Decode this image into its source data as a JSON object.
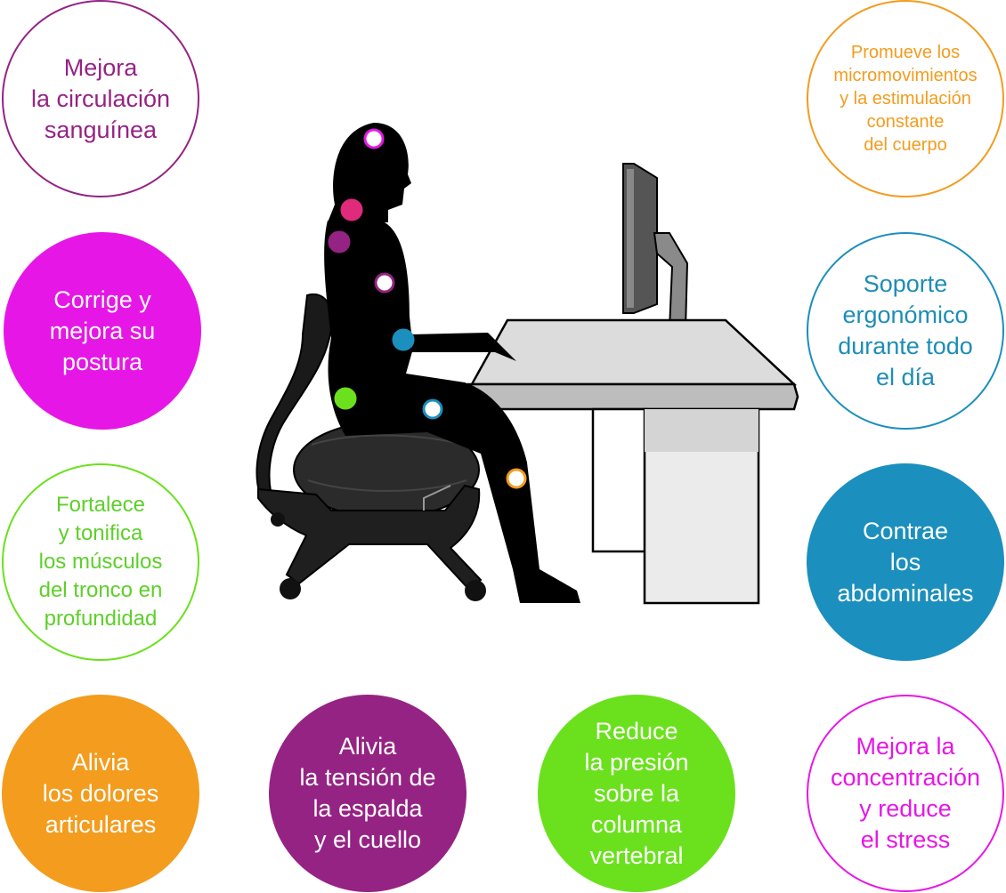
{
  "colors": {
    "purple": "#952383",
    "magenta": "#e617e6",
    "lime": "#6ae11c",
    "lime_text": "#5ecf2a",
    "orange": "#f39c1e",
    "blue": "#1b8fbd",
    "blue_text": "#1e8db6",
    "pink": "#e02a7c",
    "silhouette": "#000000",
    "desk_top": "#dcdcdc",
    "desk_edge": "#bdbdbd"
  },
  "benefits": {
    "circulation": "Mejora\nla circulación\nsanguínea",
    "micromovements": "Promueve los\nmicromovimientos\ny la estimulación\nconstante\ndel cuerpo",
    "posture": "Corrige y\nmejora su\npostura",
    "ergonomic": "Soporte\nergonómico\ndurante todo\nel día",
    "core": "Fortalece\ny tonifica\nlos músculos\ndel tronco en\nprofundidad",
    "abdominals": "Contrae\nlos\nabdominales",
    "joints": "Alivia\nlos dolores\narticulares",
    "back_neck": "Alivia\nla tensión de\nla espalda\ny el cuello",
    "spine": "Reduce\nla presión\nsobre la\ncolumna\nvertebral",
    "concentration": "Mejora la\nconcentración\ny reduce\nel stress"
  },
  "markers": [
    {
      "name": "head-marker",
      "color": "#e617e6",
      "style": "ring"
    },
    {
      "name": "neck-marker",
      "color": "#e02a7c",
      "style": "dot"
    },
    {
      "name": "upper-back-marker",
      "color": "#952383",
      "style": "dot"
    },
    {
      "name": "shoulder-marker",
      "color": "#952383",
      "style": "ring"
    },
    {
      "name": "elbow-marker",
      "color": "#1b8fbd",
      "style": "dot"
    },
    {
      "name": "abdomen-marker",
      "color": "#6ae11c",
      "style": "dot"
    },
    {
      "name": "hip-marker",
      "color": "#1b8fbd",
      "style": "ring"
    },
    {
      "name": "knee-marker",
      "color": "#f39c1e",
      "style": "ring"
    }
  ]
}
